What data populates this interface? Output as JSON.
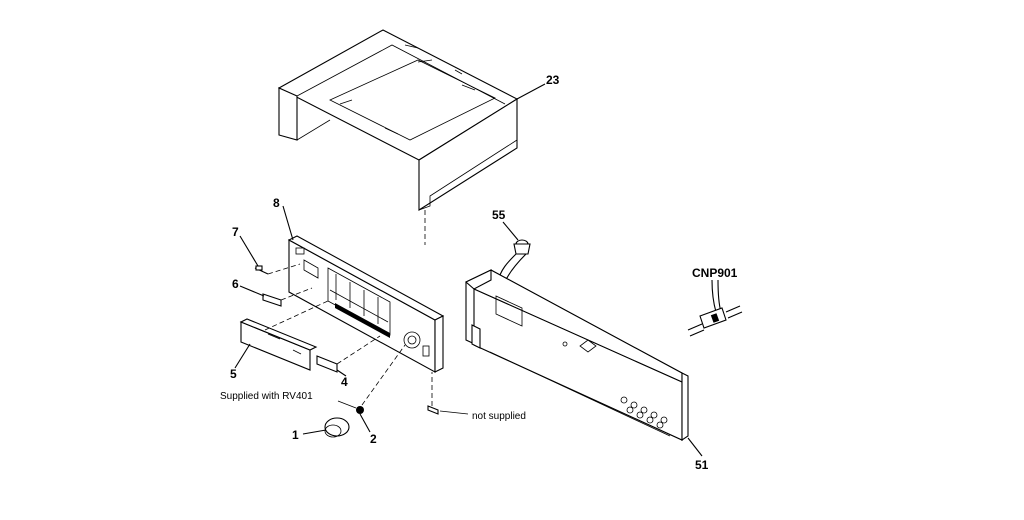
{
  "labels": {
    "cover": "23",
    "front_panel": "8",
    "screw": "7",
    "button_left": "6",
    "door": "5",
    "button_right": "4",
    "knob": "1",
    "nut": "2",
    "cable_clamp": "55",
    "rear_panel": "51",
    "power_cord": "CNP901"
  },
  "notes": {
    "supplied_with": "Supplied with RV401",
    "not_supplied": "not supplied"
  }
}
